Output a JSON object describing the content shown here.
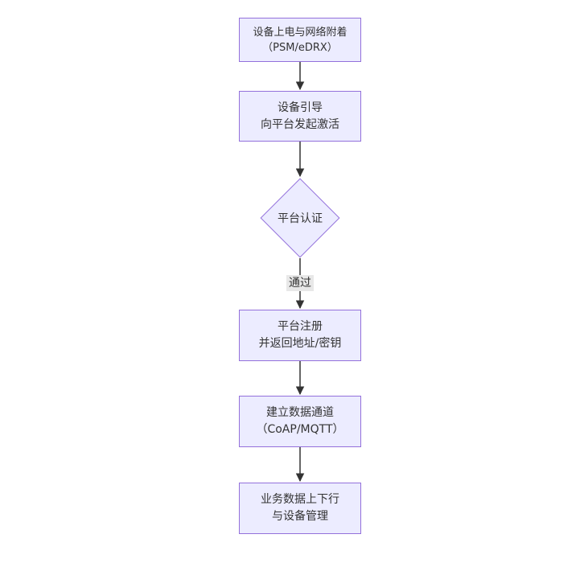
{
  "diagram": {
    "type": "flowchart",
    "direction": "top-to-bottom",
    "nodes": [
      {
        "id": "power-attach",
        "shape": "rectangle",
        "line1": "设备上电与网络附着",
        "line2": "（PSM/eDRX）"
      },
      {
        "id": "bootstrap",
        "shape": "rectangle",
        "line1": "设备引导",
        "line2": "向平台发起激活"
      },
      {
        "id": "auth",
        "shape": "diamond",
        "line1": "平台认证"
      },
      {
        "id": "register",
        "shape": "rectangle",
        "line1": "平台注册",
        "line2": "并返回地址/密钥"
      },
      {
        "id": "data-channel",
        "shape": "rectangle",
        "line1": "建立数据通道",
        "line2": "（CoAP/MQTT）"
      },
      {
        "id": "business",
        "shape": "rectangle",
        "line1": "业务数据上下行",
        "line2": "与设备管理"
      }
    ],
    "edges": [
      {
        "from": "power-attach",
        "to": "bootstrap",
        "label": ""
      },
      {
        "from": "bootstrap",
        "to": "auth",
        "label": ""
      },
      {
        "from": "auth",
        "to": "register",
        "label": "通过"
      },
      {
        "from": "register",
        "to": "data-channel",
        "label": ""
      },
      {
        "from": "data-channel",
        "to": "business",
        "label": ""
      }
    ],
    "colors": {
      "background": "#ffffff",
      "node_fill": "#ececff",
      "node_border": "#9370db",
      "arrow": "#333333",
      "text": "#333333",
      "edge_label_bg": "#e8e8e8"
    }
  }
}
